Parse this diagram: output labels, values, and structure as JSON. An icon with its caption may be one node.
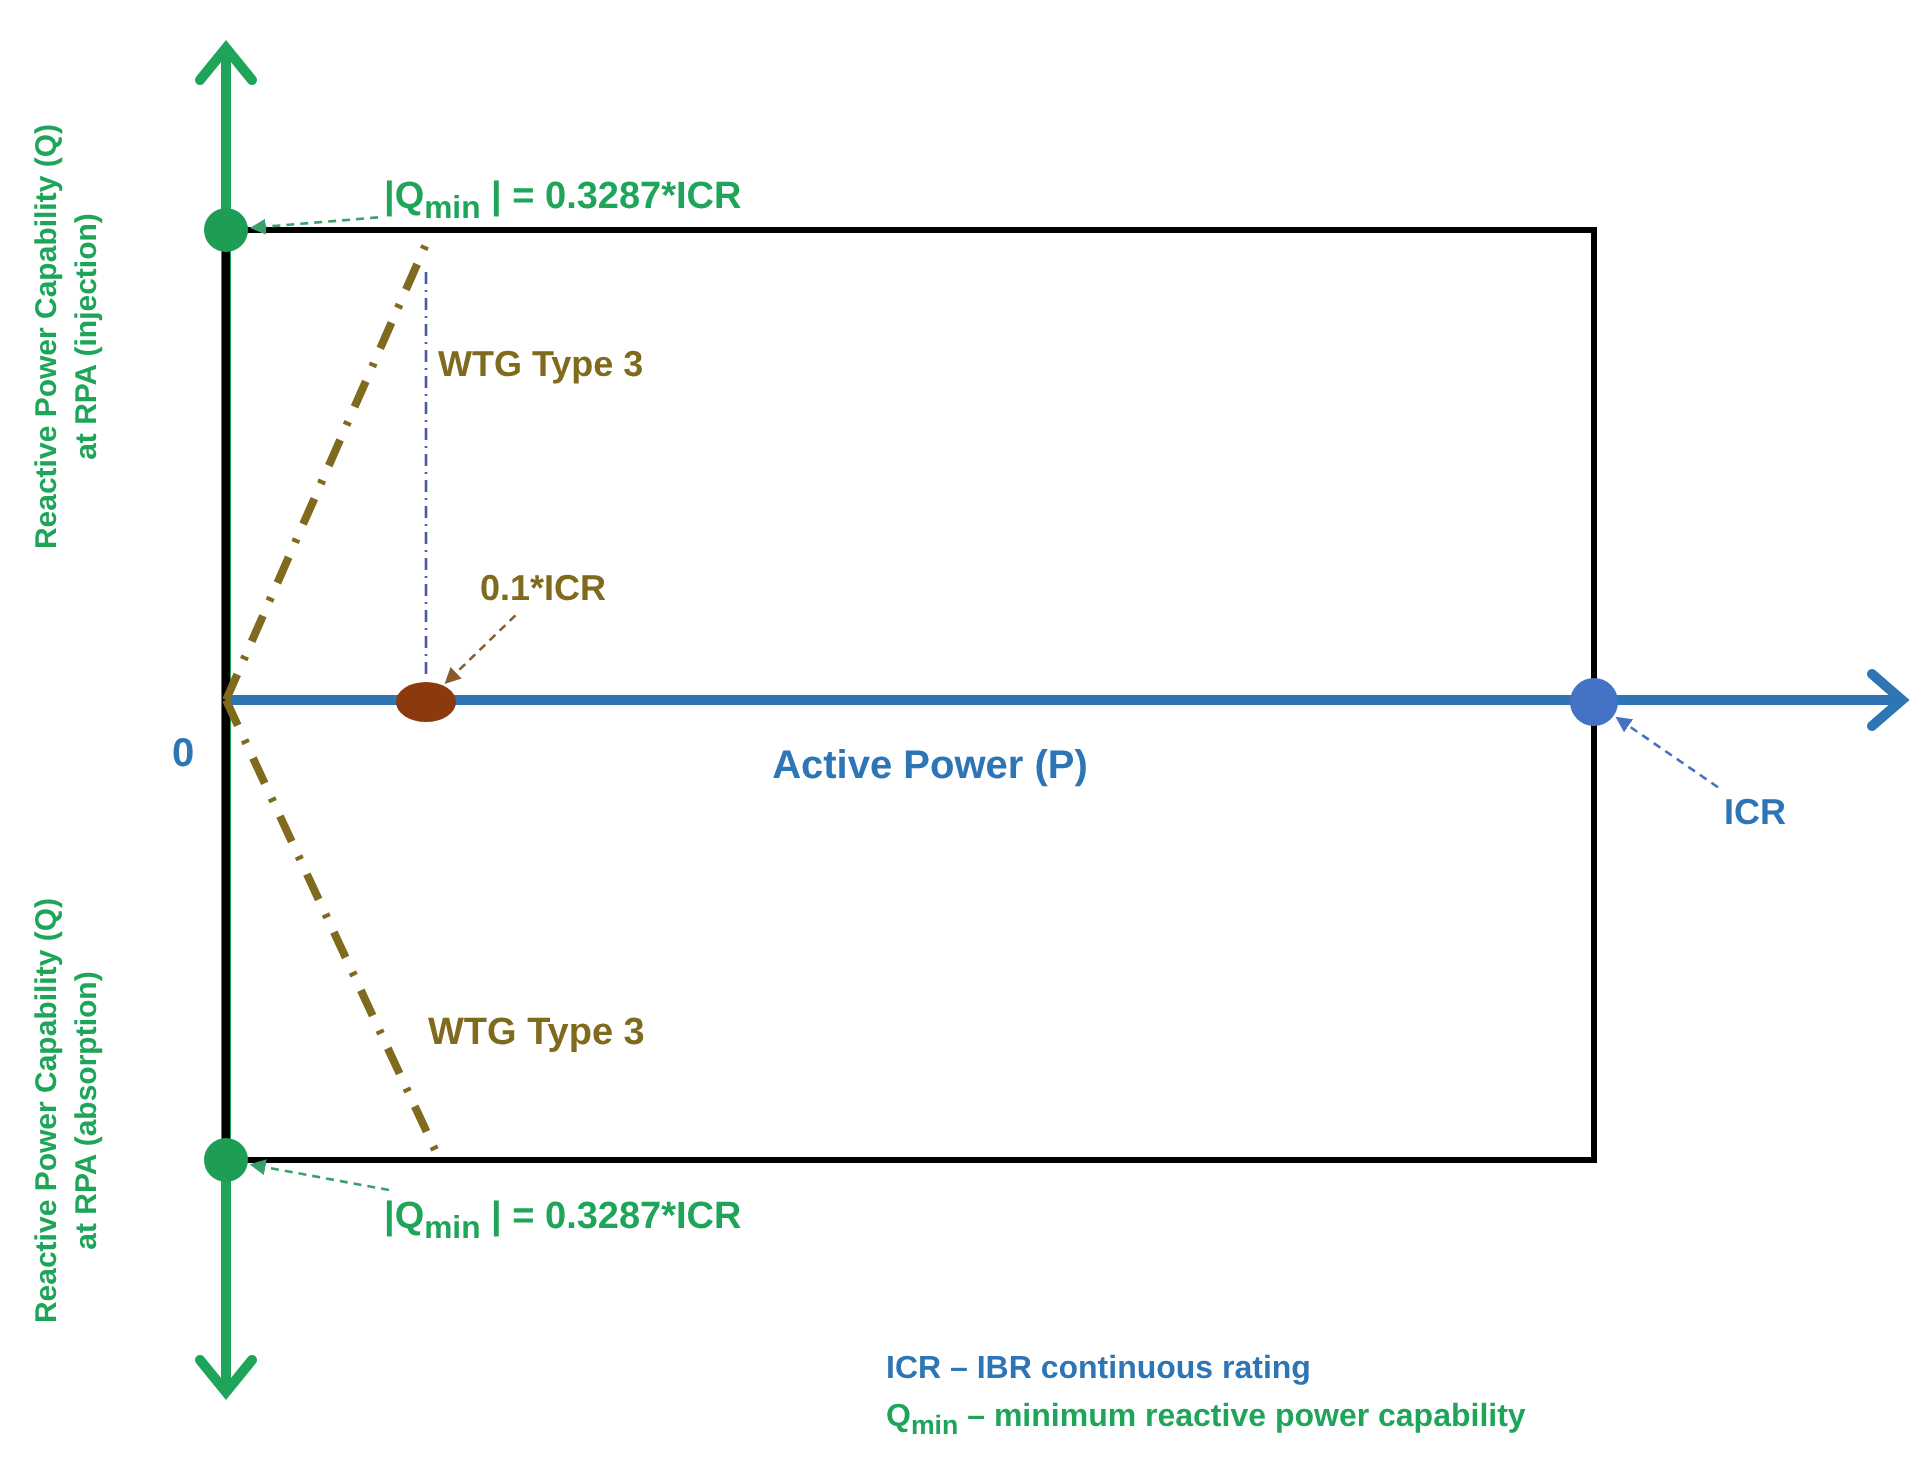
{
  "diagram": {
    "nodes": [
      {
        "text": [],
        "shape": "circle"
      },
      {
        "text": [
          "|Q$_{min}$ | = 0.3287*ICR"
        ]
      },
      {
        "text": [],
        "shape": "circle"
      },
      {
        "text": [
          "0.1*ICR"
        ]
      },
      {
        "text": [],
        "shape": "circle"
      },
      {
        "text": [
          "ICR"
        ]
      },
      {
        "text": [],
        "shape": "circle"
      },
      {
        "text": [
          "|Q$_{min}$ | = 0.3287*ICR"
        ]
      }
    ],
    "edges": [
      {
        "from": 1,
        "to": 0,
        "arrow": "to",
        "style": "dashed"
      },
      {
        "from": 3,
        "to": 2,
        "arrow": "to",
        "style": "dashed",
        "color": "#8a5a2b"
      },
      {
        "from": 5,
        "to": 4,
        "arrow": "to",
        "style": "dashed",
        "color": "#4a6fc0"
      },
      {
        "from": 7,
        "to": 6,
        "arrow": "to",
        "style": "dashed"
      },
      {
        "from": null,
        "to": 2,
        "arrow": "none",
        "style": "dashed",
        "color": "#4a5aa0"
      }
    ],
    "labels": [
      "Reactive Power Capability (Q) at RPA (injection)",
      "WTG Type 3",
      "0",
      "Active Power (P)",
      "WTG Type 3",
      "Reactive Power Capability (Q) at RPA (absorption)",
      "ICR – IBR continuous rating",
      "Q$_{min}$ – minimum reactive power capability"
    ]
  }
}
